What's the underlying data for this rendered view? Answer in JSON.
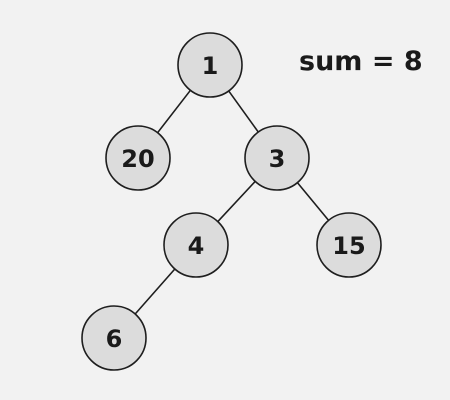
{
  "annotation": "sum = 8",
  "tree": {
    "nodes": [
      {
        "id": "n1",
        "label": "1"
      },
      {
        "id": "n20",
        "label": "20"
      },
      {
        "id": "n3",
        "label": "3"
      },
      {
        "id": "n4",
        "label": "4"
      },
      {
        "id": "n15",
        "label": "15"
      },
      {
        "id": "n6",
        "label": "6"
      }
    ],
    "edges": [
      [
        "n1",
        "n20"
      ],
      [
        "n1",
        "n3"
      ],
      [
        "n3",
        "n4"
      ],
      [
        "n3",
        "n15"
      ],
      [
        "n4",
        "n6"
      ]
    ]
  },
  "colors": {
    "background": "#f2f2f2",
    "node_fill": "#dcdcdc",
    "stroke": "#1e1e1e",
    "text": "#1a1a1a"
  }
}
